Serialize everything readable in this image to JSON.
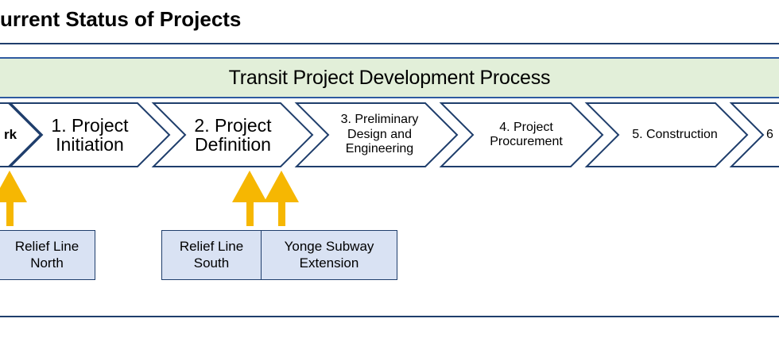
{
  "page": {
    "title": "urrent Status of Projects"
  },
  "banner": {
    "label": "Transit Project Development Process"
  },
  "stages": [
    {
      "label": "rk"
    },
    {
      "label": "1. Project\nInitiation"
    },
    {
      "label": "2. Project\nDefinition"
    },
    {
      "label": "3. Preliminary\nDesign and\nEngineering"
    },
    {
      "label": "4. Project\nProcurement"
    },
    {
      "label": "5. Construction"
    },
    {
      "label": "6"
    }
  ],
  "projects": [
    {
      "label": "Relief Line\nNorth"
    },
    {
      "label": "Relief Line\nSouth"
    },
    {
      "label": "Yonge Subway\nExtension"
    }
  ],
  "colors": {
    "banner_fill": "#e2efd9",
    "banner_border": "#2e5aa0",
    "chevron_border": "#1f3e6c",
    "project_fill": "#d9e2f3",
    "arrow": "#f6b702"
  }
}
